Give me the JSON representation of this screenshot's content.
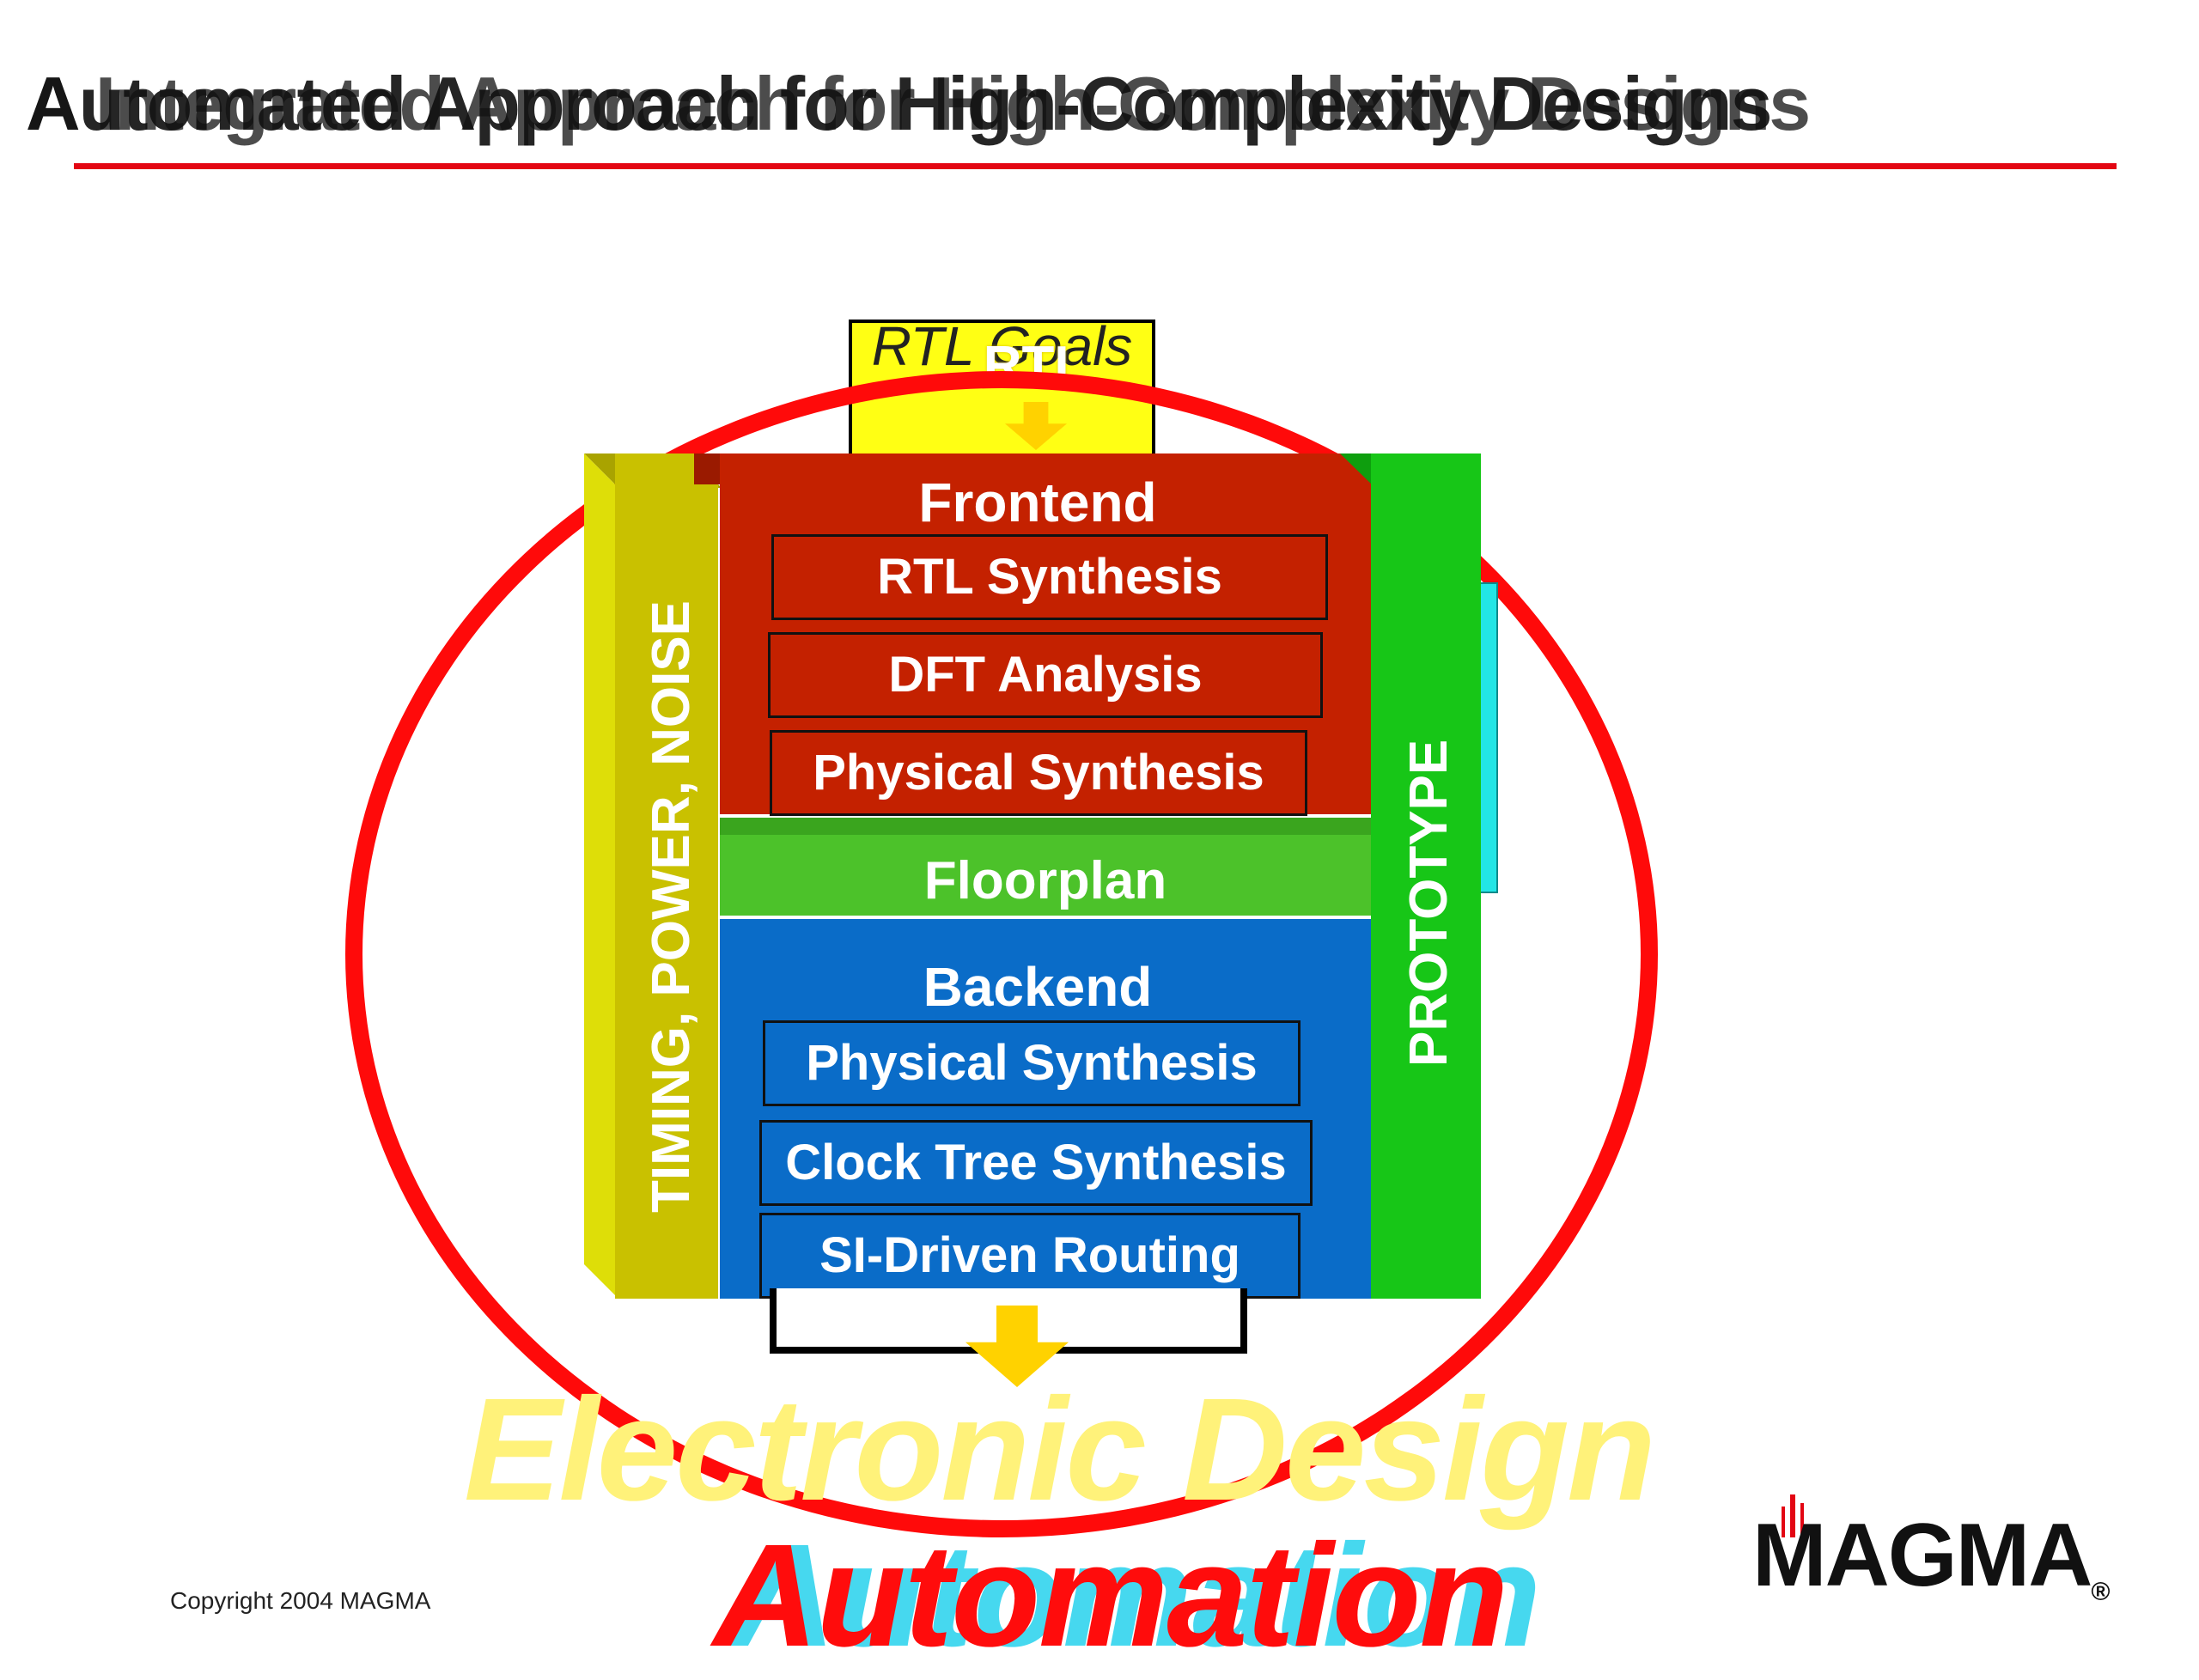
{
  "slide": {
    "title_a": "A Integrated Approach for High-Complexity Designs",
    "title_b": "Automated Approach for High-Complexity Designs",
    "copyright": "Copyright 2004 MAGMA"
  },
  "inputs": {
    "goals": "RTL Goals",
    "rtl": "RTL"
  },
  "side_bars": {
    "left": "TIMING, POWER, NOISE",
    "right": "PROTOTYPE"
  },
  "frontend": {
    "header": "Frontend",
    "items": [
      "RTL Synthesis",
      "DFT Analysis",
      "Physical Synthesis"
    ]
  },
  "floorplan": {
    "label": "Floorplan"
  },
  "backend": {
    "header": "Backend",
    "items": [
      "Physical Synthesis",
      "Clock Tree Synthesis",
      "SI-Driven Routing"
    ]
  },
  "overlay": {
    "eda": "Electronic Design",
    "automation": "Automation",
    "automation_ghost": "Automation"
  },
  "logo": {
    "text": "MAGMA",
    "mark": "magma-flame-icon",
    "registered": "®"
  },
  "colors": {
    "ring": "#ff0a0a",
    "frontend": "#c42100",
    "floorplan": "#4cc22a",
    "backend": "#0a6cc8",
    "timing": "#c9c100",
    "prototype": "#17c617",
    "goals": "#ffff14",
    "eda_text": "#fff27a",
    "automation_text": "#ff0c0c"
  }
}
